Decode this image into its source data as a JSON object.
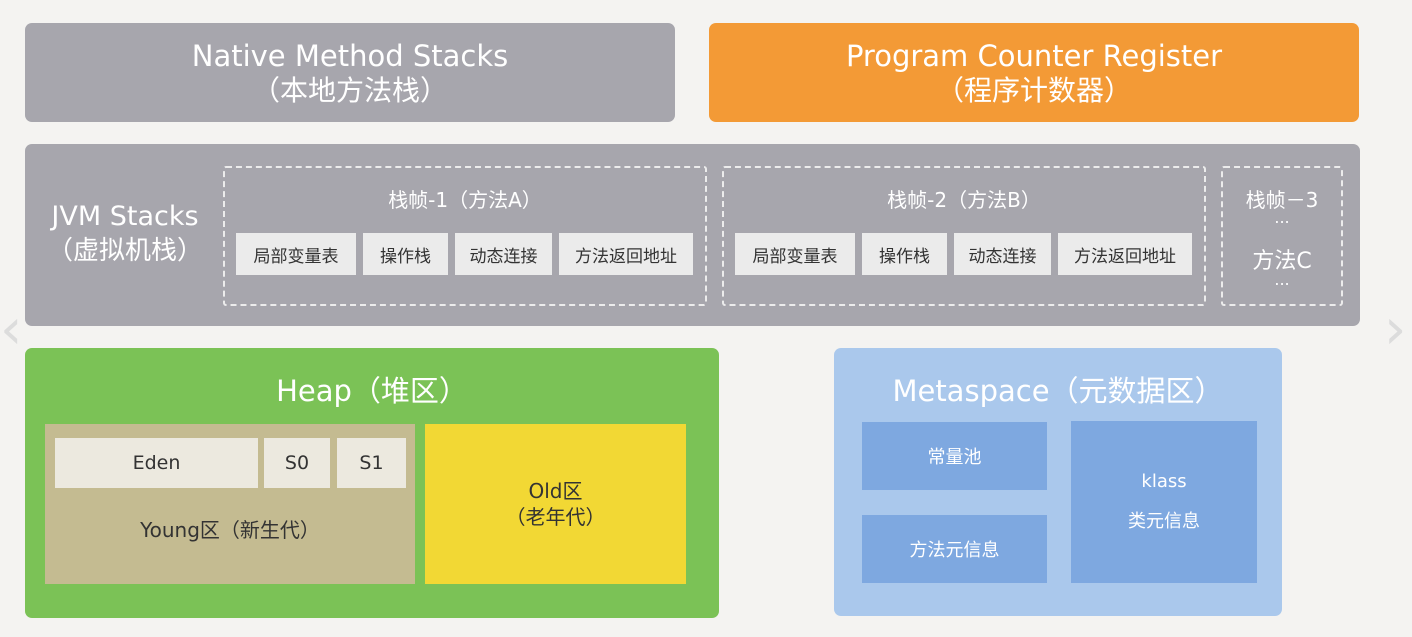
{
  "native_method_stacks": {
    "title_en": "Native Method Stacks",
    "title_cn": "（本地方法栈）"
  },
  "program_counter_register": {
    "title_en": "Program Counter Register",
    "title_cn": "（程序计数器）"
  },
  "jvm_stacks": {
    "title_en": "JVM Stacks",
    "title_cn": "（虚拟机栈）",
    "frames": [
      {
        "title": "栈帧-1（方法A）",
        "cells": [
          "局部变量表",
          "操作栈",
          "动态连接",
          "方法返回地址"
        ]
      },
      {
        "title": "栈帧-2（方法B）",
        "cells": [
          "局部变量表",
          "操作栈",
          "动态连接",
          "方法返回地址"
        ]
      },
      {
        "title": "栈帧－3",
        "dots_top": "...",
        "method": "方法C",
        "dots_bottom": "..."
      }
    ]
  },
  "heap": {
    "title": "Heap（堆区）",
    "young": {
      "eden": "Eden",
      "s0": "S0",
      "s1": "S1",
      "label": "Young区（新生代）"
    },
    "old": {
      "line1": "Old区",
      "line2": "（老年代）"
    }
  },
  "metaspace": {
    "title": "Metaspace（元数据区）",
    "constant_pool": "常量池",
    "method_info": "方法元信息",
    "klass": "klass",
    "klass_info": "类元信息"
  },
  "nav": {
    "prev_icon": "chevron-left-icon",
    "next_icon": "chevron-right-icon"
  }
}
